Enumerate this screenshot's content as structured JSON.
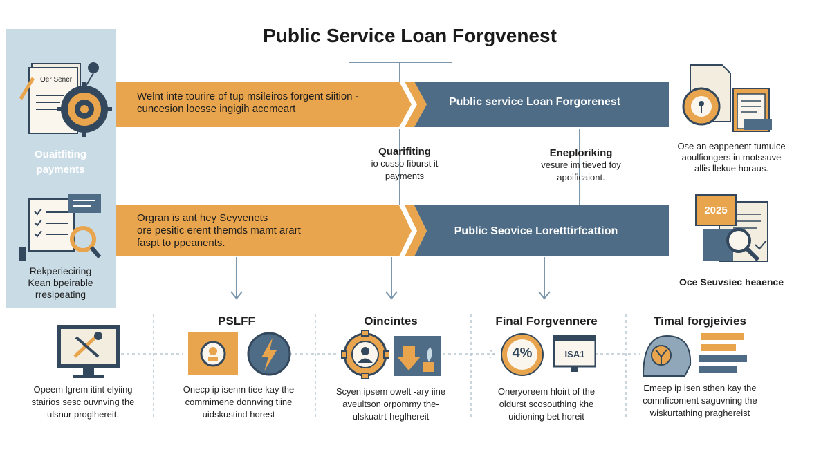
{
  "title": "Public Service Loan Forgvenest",
  "sidebar": {
    "doc_label": "Oer Sener",
    "label1": [
      "Ouaitfiting",
      "payments"
    ],
    "label2": [
      "Rekperieciring",
      "Kean bpeirable",
      "rresipeating"
    ]
  },
  "bands": [
    {
      "orange_lines": [
        "Welnt inte tourire of tup msileiros forgent siition -",
        "cuncesion loesse ingigih acemeart"
      ],
      "blue_label": "Public service Loan Forgorenest"
    },
    {
      "orange_lines": [
        "Orgran is ant hey Seyvenets",
        "ore pesitic erent themds mamt arart",
        "faspt to ppeanents."
      ],
      "blue_label": "Public Seovice Loretttirfcattion"
    }
  ],
  "middle": [
    {
      "title": "Quarifiting",
      "lines": [
        "io cusso fiburst it",
        "payments"
      ]
    },
    {
      "title": "Eneploriking",
      "lines": [
        "vesure im tieved foy",
        "apoificaiont."
      ]
    }
  ],
  "right": {
    "text1": [
      "Ose an eappenent tumuice",
      "aoulfiongers in motssuve",
      "allis llekue horaus."
    ],
    "year": "2025",
    "text2": "Oce Seuvsiec heaence"
  },
  "sections": [
    {
      "title": "",
      "lines": [
        "Opeem lgrem itint elyiing",
        "stairios sesc ouvnving the",
        "ulsnur proglhereit."
      ]
    },
    {
      "title": "PSLFF",
      "lines": [
        "Onecp ip isenm tiee kay the",
        "commimene donnving tiine",
        "uidskustind horest"
      ]
    },
    {
      "title": "Oincintes",
      "lines": [
        "Scyen ipsem owelt -ary iine",
        "aveultson orpommy the-",
        "ulskuatrt-heglhereit"
      ]
    },
    {
      "title": "Final Forgvennere",
      "badge": "4%",
      "screen_text": "ISA1",
      "lines": [
        "Oneryoreem hloirt of the",
        "oldurst scosouthing khe",
        "uidioning bet horeit"
      ]
    },
    {
      "title": "Timal forgjeivies",
      "lines": [
        "Emeep ip isen sthen kay the",
        "comnficoment saguvning the",
        "wiskurtathing praghereist"
      ]
    }
  ],
  "colors": {
    "orange": "#e9a54d",
    "blue": "#4e6c86",
    "sidebar": "#c9dbe5",
    "dark": "#33485c",
    "line": "#7c97ab"
  }
}
